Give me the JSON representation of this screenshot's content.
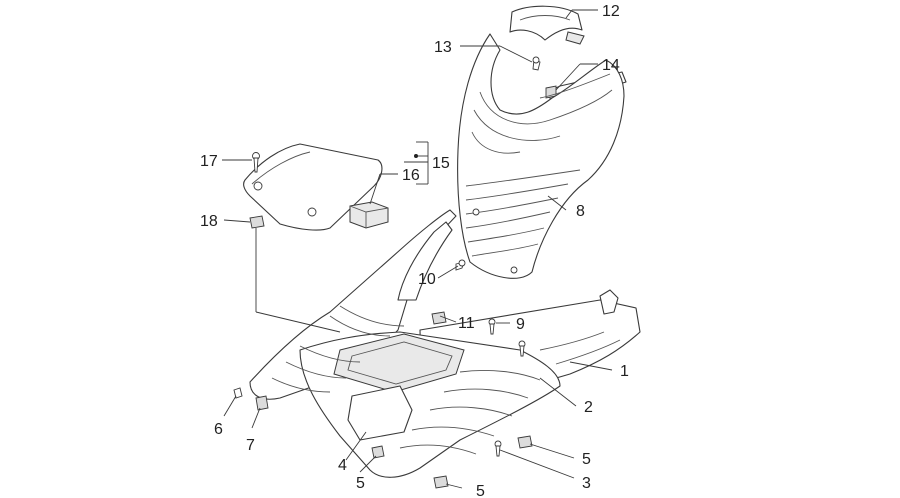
{
  "diagram": {
    "type": "exploded-parts-view",
    "callouts": {
      "c1": "1",
      "c2": "2",
      "c3": "3",
      "c4": "4",
      "c5a": "5",
      "c5b": "5",
      "c5c": "5",
      "c6": "6",
      "c7": "7",
      "c8": "8",
      "c9": "9",
      "c10": "10",
      "c11": "11",
      "c12": "12",
      "c13": "13",
      "c14": "14",
      "c15": "15",
      "c16": "16",
      "c17": "17",
      "c18": "18"
    },
    "colors": {
      "line": "#3a3a3a",
      "fill": "#ffffff",
      "shade": "#e9e9e9",
      "text": "#222222"
    }
  }
}
